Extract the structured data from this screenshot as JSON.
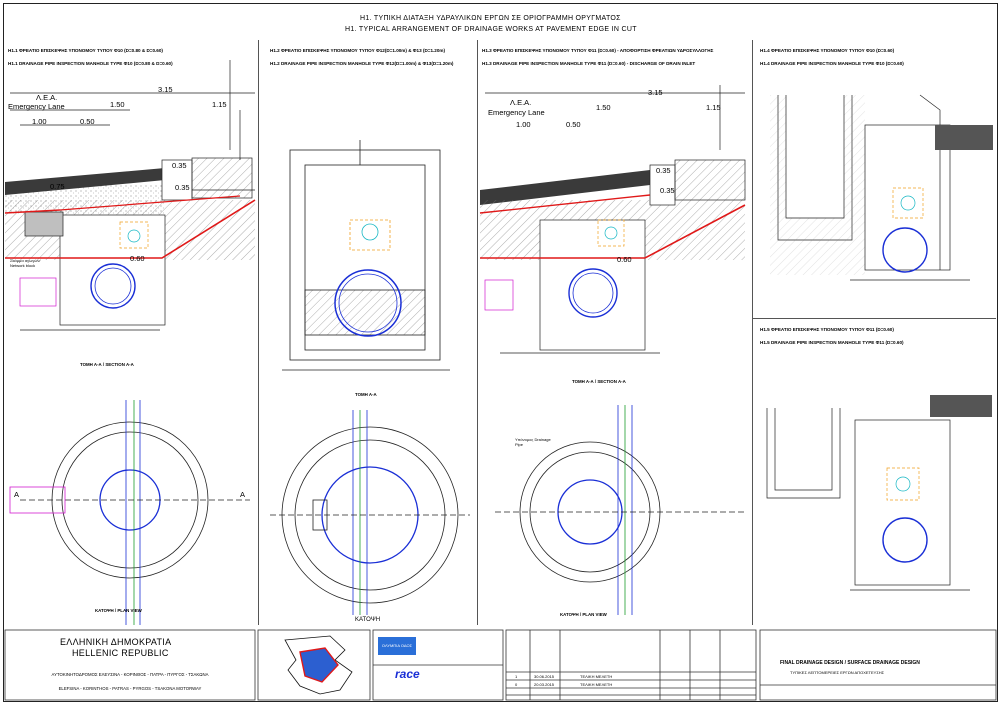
{
  "sheet": {
    "title_gr": "Η1. ΤΥΠΙΚΗ ΔΙΑΤΑΞΗ ΥΔΡΑΥΛΙΚΩΝ ΕΡΓΩΝ ΣΕ ΟΡΙΟΓΡΑΜΜΗ ΟΡΥΓΜΑΤΟΣ",
    "title_en": "H1. TYPICAL ARRANGEMENT OF DRAINAGE WORKS AT PAVEMENT EDGE IN CUT"
  },
  "panels": [
    {
      "id": "h11",
      "title_gr": "Η1.1 ΦΡΕΑΤΙΟ ΕΠΙΣΚΕΨΗΣ ΥΠΟΝΟΜΟΥ ΤΥΠΟΥ Φ10 (D=0.80 & D=0.60)",
      "title_en": "H1.1 DRAINAGE PIPE INSPECTION MANHOLE TYPE Φ10 (D=0.80 & D=0.60)"
    },
    {
      "id": "h12",
      "title_gr": "Η1.2 ΦΡΕΑΤΙΟ ΕΠΙΣΚΕΨΗΣ ΥΠΟΝΟΜΟΥ ΤΥΠΟΥ Φ12(D=1.00m) & Φ13 (D=1.20m)",
      "title_en": "H1.2 DRAINAGE PIPE INSPECTION MANHOLE TYPE Φ12(D=1.00m) & Φ13(D=1.20m)"
    },
    {
      "id": "h13",
      "title_gr": "Η1.3 ΦΡΕΑΤΙΟ ΕΠΙΣΚΕΨΗΣ ΥΠΟΝΟΜΟΥ ΤΥΠΟΥ Φ11 (D=0.60) - ΑΠΟΦΟΡΤΙΣΗ ΦΡΕΑΤΙΩΝ ΥΔΡΟΣΥΛΛΟΓΗΣ",
      "title_en": "H1.3 DRAINAGE PIPE INSPECTION MANHOLE TYPE Φ11 (D=0.60) - DISCHARGE OF DRAIN INLET"
    },
    {
      "id": "h14",
      "title_gr": "Η1.4 ΦΡΕΑΤΙΟ ΕΠΙΣΚΕΨΗΣ ΥΠΟΝΟΜΟΥ ΤΥΠΟΥ Φ10 (D=0.60)",
      "title_en": "H1.4 DRAINAGE PIPE INSPECTION MANHOLE TYPE Φ10 (D=0.60)"
    },
    {
      "id": "h15",
      "title_gr": "Η1.5 ΦΡΕΑΤΙΟ ΕΠΙΣΚΕΨΗΣ ΥΠΟΝΟΜΟΥ ΤΥΠΟΥ Φ11 (D=0.60)",
      "title_en": "H1.5 DRAINAGE PIPE INSPECTION MANHOLE TYPE Φ11 (D=0.60)"
    }
  ],
  "labels": {
    "dim_315": "3.15",
    "dim_150": "1.50",
    "dim_115": "1.15",
    "dim_100": "1.00",
    "dim_050": "0.50",
    "dim_035": "0.35",
    "dim_075": "0.75",
    "dim_060": "0.60",
    "aea": "Λ.Ε.Α.",
    "emergency": "Emergency Lane",
    "section_aa": "ΤΟΜΗ Α-Α / SECTION A-A",
    "section_aa_gr": "ΤΟΜΗ Α-Α",
    "plan_view": "ΚΑΤΟΨΗ / PLAN VIEW",
    "plan_gr": "ΚΑΤΟΨΗ",
    "network_block": "Σκάμμα αγωγών/ Network block",
    "drain_pipe": "Υπόνομος Drainage Pipe",
    "a_mark": "A"
  },
  "titleblock": {
    "country_gr": "ΕΛΛΗΝΙΚΗ ΔΗΜΟΚΡΑΤΙΑ",
    "country_en": "HELLENIC REPUBLIC",
    "project_gr": "ΑΥΤΟΚΙΝΗΤΟΔΡΟΜΟΣ ΕΛΕΥΣΙΝΑ - ΚΟΡΙΝΘΟΣ - ΠΑΤΡΑ - ΠΥΡΓΟΣ - ΤΣΑΚΩΝΑ",
    "project_en": "ELEFSINA - KORINTHOS - PATRAS - PYRGOS - TSAKONA MOTORWAY",
    "logo_1": "ΟΛΥΜΠΙΑ ΟΔΟΣ",
    "logo_2": "race",
    "design_title": "FINAL DRAINAGE DESIGN / SURFACE DRAINAGE DESIGN",
    "design_sub": "ΤΥΠΙΚΕΣ ΛΕΠΤΟΜΕΡΕΙΕΣ ΕΡΓΩΝ ΑΠΟΧΕΤΕΥΣΗΣ"
  },
  "revisions": [
    {
      "rev": "1",
      "date": "30.06.2015",
      "desc": "ΤΕΛΙΚΗ ΜΕΛΕΤΗ"
    },
    {
      "rev": "0",
      "date": "20.03.2015",
      "desc": "ΤΕΛΙΚΗ ΜΕΛΕΤΗ"
    }
  ],
  "colors": {
    "red": "#e01919",
    "blue": "#1a2fd6",
    "magenta": "#d21cd0",
    "green": "#1c9c2c",
    "orange": "#f0a020",
    "cyan": "#16b7c4"
  }
}
